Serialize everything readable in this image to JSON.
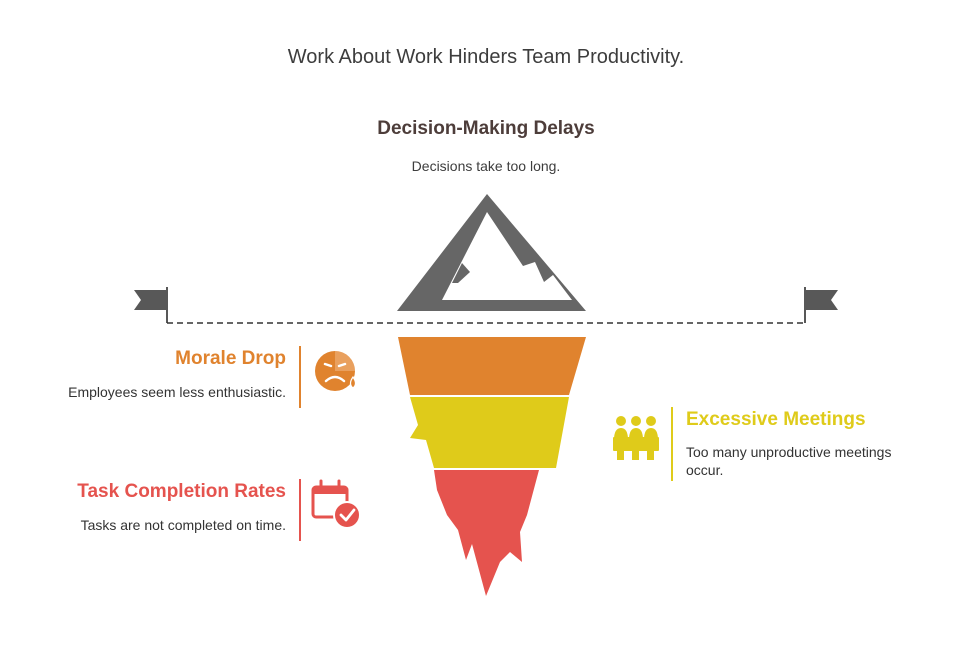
{
  "title": "Work About Work Hinders Team Productivity.",
  "peak": {
    "heading": "Decision-Making Delays",
    "description": "Decisions take too long."
  },
  "layers": [
    {
      "heading": "Morale Drop",
      "description": "Employees seem less enthusiastic.",
      "color": "#e0832e",
      "icon": "sad-face-icon"
    },
    {
      "heading": "Excessive Meetings",
      "description": "Too many unproductive meetings occur.",
      "color": "#dfcb1a",
      "icon": "meeting-icon"
    },
    {
      "heading": "Task Completion Rates",
      "description": "Tasks are not completed on time.",
      "color": "#e5534e",
      "icon": "calendar-check-icon"
    }
  ],
  "colors": {
    "mountain": "#666666",
    "flag": "#585858",
    "waterline": "#333333",
    "heading_dark": "#4d3d3a"
  }
}
